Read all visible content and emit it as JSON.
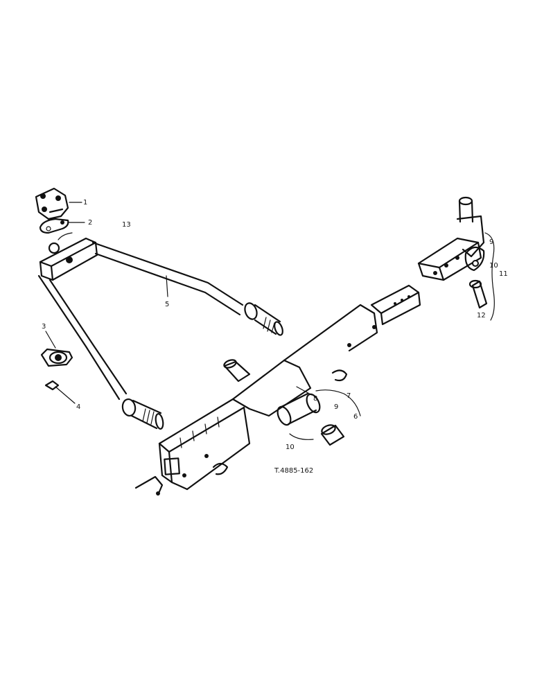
{
  "diagram": {
    "reference_code": "T.4885-162",
    "callouts": [
      {
        "id": "c1",
        "text": "1"
      },
      {
        "id": "c2",
        "text": "2"
      },
      {
        "id": "c13",
        "text": "13"
      },
      {
        "id": "c3",
        "text": "3"
      },
      {
        "id": "c4",
        "text": "4"
      },
      {
        "id": "c5",
        "text": "5"
      },
      {
        "id": "c9a",
        "text": "9"
      },
      {
        "id": "c10a",
        "text": "10"
      },
      {
        "id": "c11",
        "text": "11"
      },
      {
        "id": "c12",
        "text": "12"
      },
      {
        "id": "c8",
        "text": "8"
      },
      {
        "id": "c7",
        "text": "7"
      },
      {
        "id": "c9b",
        "text": "9"
      },
      {
        "id": "c6",
        "text": "6"
      },
      {
        "id": "c10b",
        "text": "10"
      }
    ]
  }
}
